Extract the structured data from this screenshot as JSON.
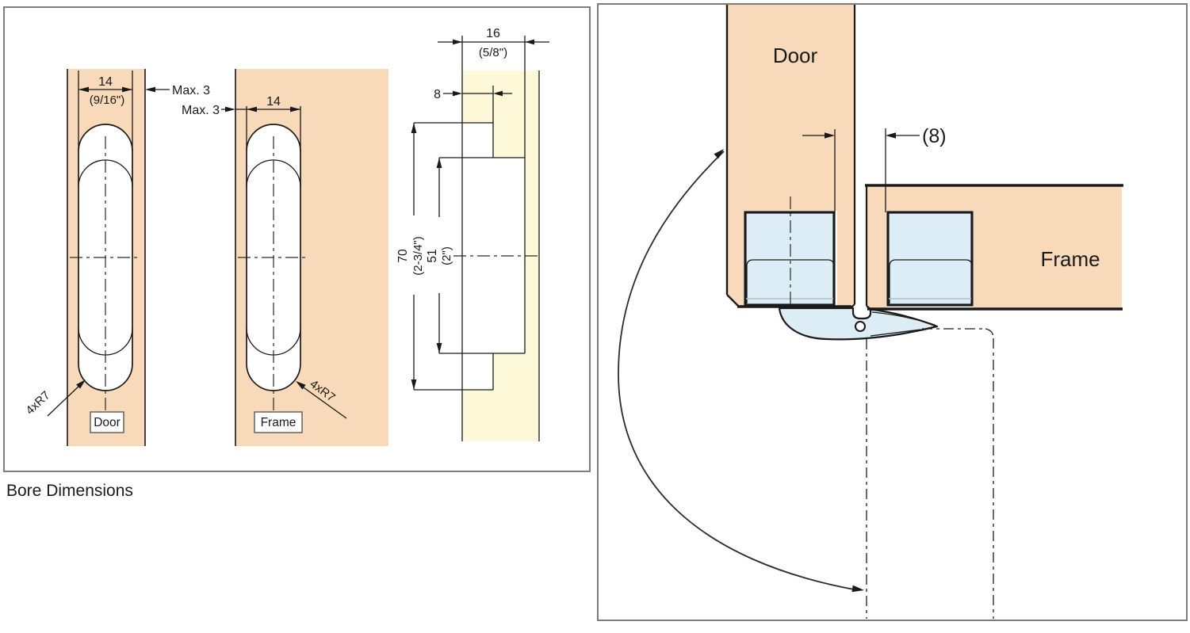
{
  "left_panel": {
    "caption": "Bore Dimensions",
    "bore_door": {
      "label": "Door",
      "width_dim": "14",
      "width_dim_in": "(9/16\")",
      "gap_dim": "Max. 3",
      "radius_note": "4xR7"
    },
    "bore_frame": {
      "label": "Frame",
      "width_dim": "14",
      "gap_dim": "Max. 3",
      "radius_note": "4xR7"
    },
    "side_view": {
      "width_dim": "16",
      "width_dim_in": "(5/8\")",
      "offset_dim": "8",
      "height_dim": "70",
      "height_dim_in": "(2-3/4\")",
      "inner_height_dim": "51",
      "inner_height_dim_in": "(2\")"
    }
  },
  "right_panel": {
    "door_label": "Door",
    "frame_label": "Frame",
    "gap_dim": "(8)"
  },
  "colors": {
    "wood_peach": "#f8d9b9",
    "side_yellow": "#fcf8d8",
    "hinge_blue": "#dcedf5",
    "seam_blue": "#a9c4ce",
    "line": "#1a1a1a",
    "panel_border": "#7d7d7d",
    "caption_text": "#3c3c3c"
  }
}
